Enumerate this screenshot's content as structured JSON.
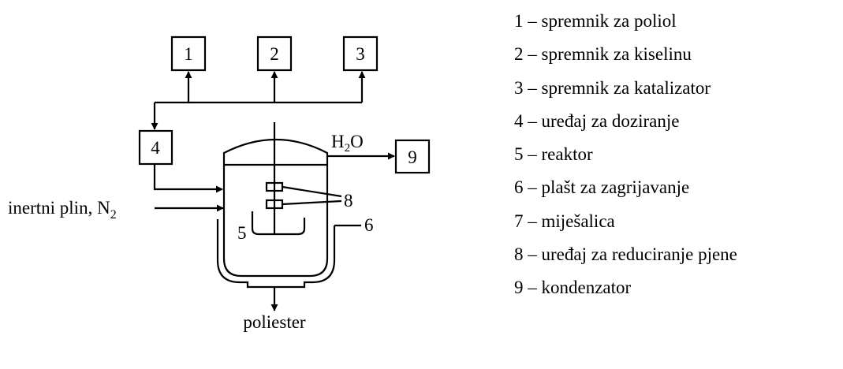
{
  "diagram": {
    "tanks": [
      "1",
      "2",
      "3"
    ],
    "dosing_label": "4",
    "reactor_label": "5",
    "jacket_label": "6",
    "defoamer_label": "8",
    "condenser_label": "9",
    "water_label_main": "H",
    "water_label_sub": "2",
    "water_label_tail": "O",
    "gas_label_main": "inertni plin, N",
    "gas_label_sub": "2",
    "product_label": "poliester"
  },
  "legend": {
    "items": [
      "1 – spremnik za poliol",
      "2 – spremnik za kiselinu",
      "3 – spremnik za katalizator",
      "4 – uređaj za doziranje",
      "5 – reaktor",
      "6 – plašt za zagrijavanje",
      "7 – miješalica",
      "8 – uređaj za reduciranje pjene",
      "9 – kondenzator"
    ]
  }
}
